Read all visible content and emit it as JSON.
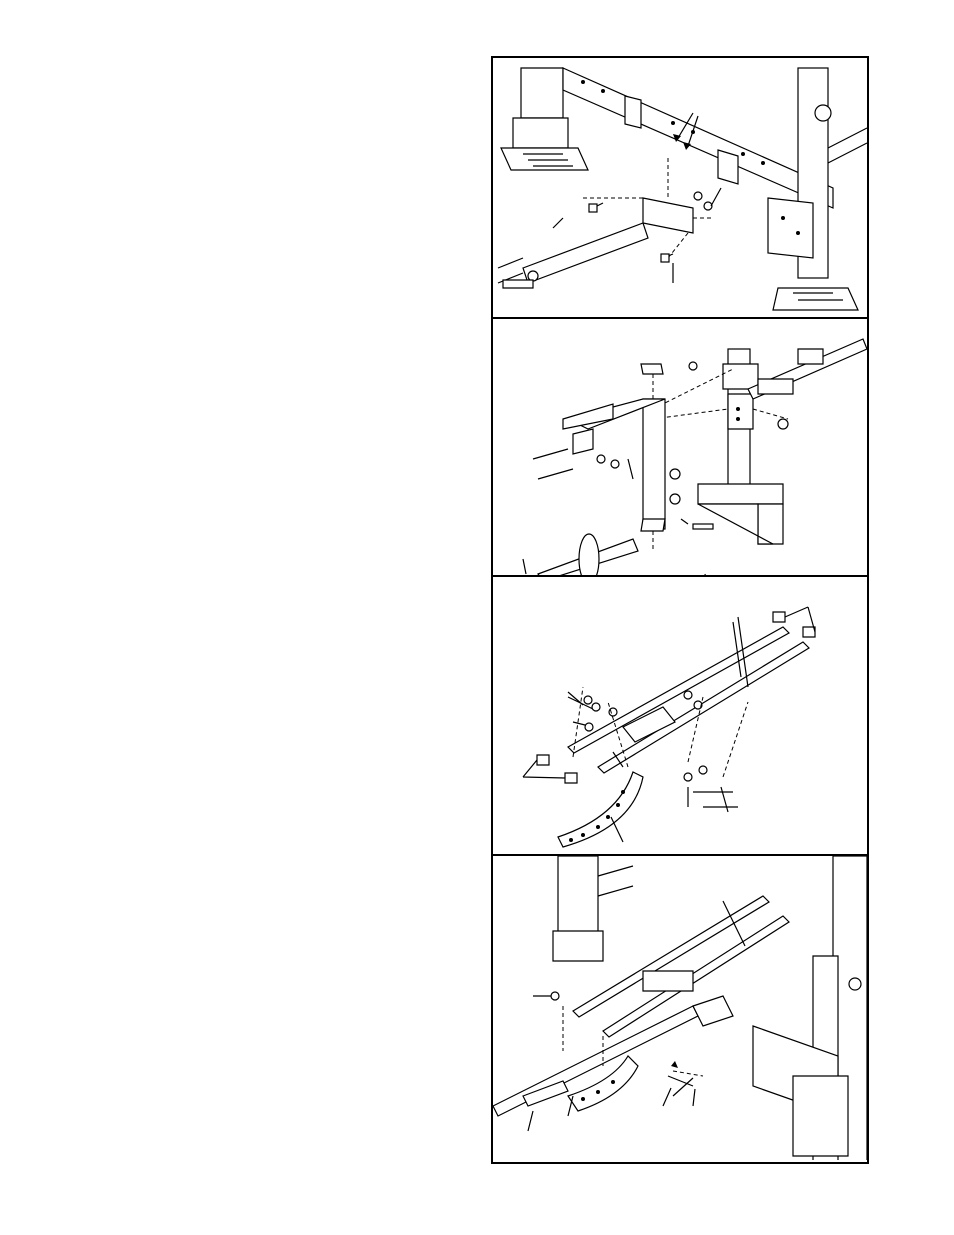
{
  "page": {
    "text_column": "",
    "figures": [
      {
        "name": "assembly-step-figure-1",
        "label": ""
      },
      {
        "name": "assembly-step-figure-2",
        "label": ""
      },
      {
        "name": "assembly-step-figure-3",
        "label": ""
      },
      {
        "name": "assembly-step-figure-4",
        "label": ""
      }
    ]
  },
  "colors": {
    "ink": "#000000",
    "paper": "#ffffff"
  }
}
